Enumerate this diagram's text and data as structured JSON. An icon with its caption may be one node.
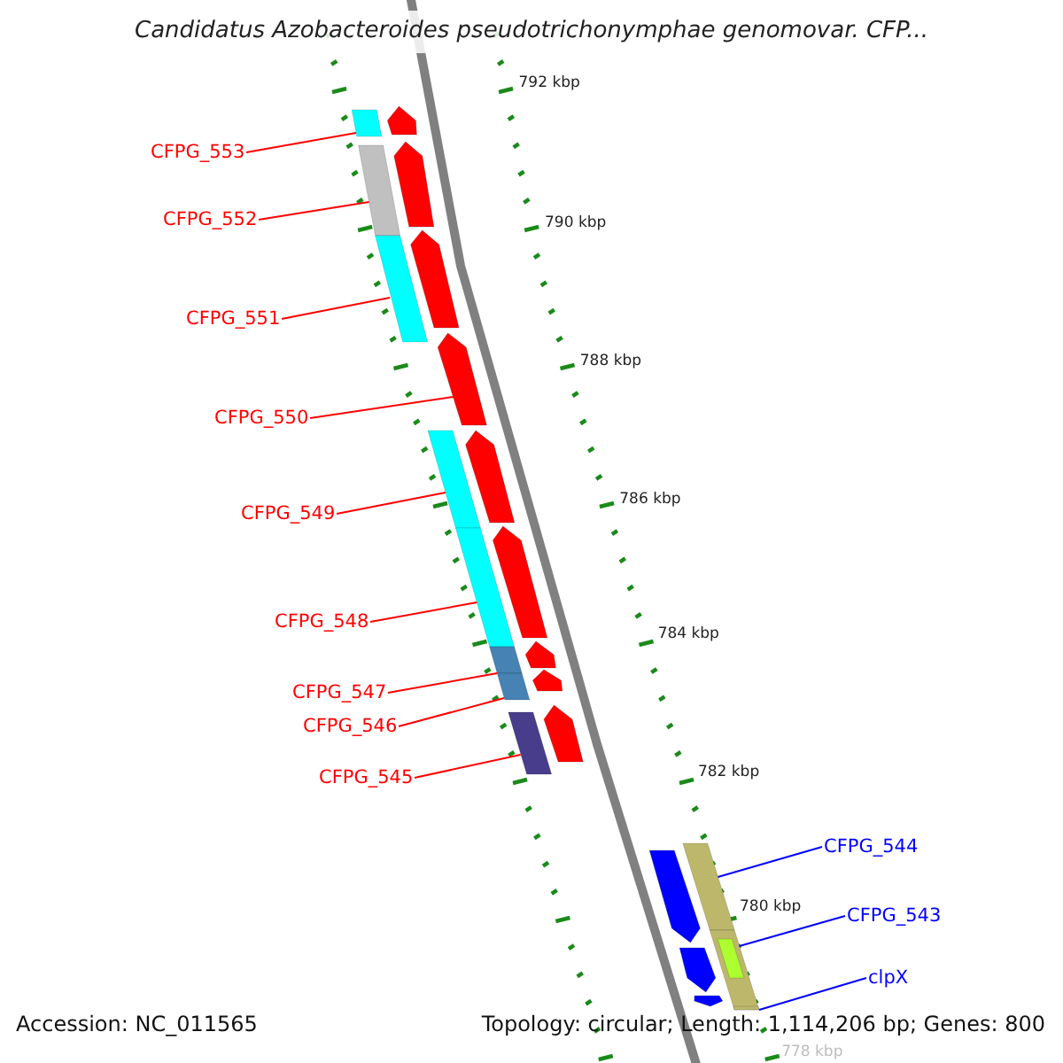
{
  "diagram": {
    "title": "Candidatus Azobacteroides pseudotrichonymphae genomovar. CFP...",
    "nodes": [
      {
        "text": [
          "CFPG_553"
        ]
      },
      {
        "text": [],
        "shape": "bar"
      },
      {
        "text": [
          "CFPG_552"
        ]
      },
      {
        "text": [],
        "shape": "bar"
      },
      {
        "text": [
          "CFPG_551"
        ]
      },
      {
        "text": [],
        "shape": "bar"
      },
      {
        "text": [
          "CFPG_550"
        ]
      },
      {
        "text": [],
        "shape": "bar"
      },
      {
        "text": [
          "CFPG_549"
        ]
      },
      {
        "text": [],
        "shape": "bar"
      },
      {
        "text": [
          "CFPG_548"
        ]
      },
      {
        "text": [],
        "shape": "bar"
      },
      {
        "text": [
          "CFPG_547"
        ]
      },
      {
        "text": [],
        "shape": "bar"
      },
      {
        "text": [
          "CFPG_546"
        ]
      },
      {
        "text": [],
        "shape": "bar"
      },
      {
        "text": [
          "CFPG_545"
        ]
      },
      {
        "text": [],
        "shape": "bar"
      },
      {
        "text": [
          "CFPG_544"
        ]
      },
      {
        "text": [],
        "shape": "bar"
      },
      {
        "text": [
          "CFPG_543"
        ]
      },
      {
        "text": [],
        "shape": "bar"
      },
      {
        "text": [
          "clpX"
        ]
      },
      {
        "text": [],
        "shape": "bar"
      }
    ],
    "edges": [
      {
        "from": 0,
        "to": 1,
        "arrow": "none"
      },
      {
        "from": 2,
        "to": 3,
        "arrow": "none"
      },
      {
        "from": 4,
        "to": 5,
        "arrow": "none"
      },
      {
        "from": 6,
        "to": 7,
        "arrow": "none"
      },
      {
        "from": 8,
        "to": 9,
        "arrow": "none"
      },
      {
        "from": 10,
        "to": 11,
        "arrow": "none"
      },
      {
        "from": 12,
        "to": 13,
        "arrow": "none"
      },
      {
        "from": 14,
        "to": 15,
        "arrow": "none"
      },
      {
        "from": 16,
        "to": 17,
        "arrow": "none"
      },
      {
        "from": 18,
        "to": 19,
        "arrow": "none",
        "color": "#0000ff"
      },
      {
        "from": 20,
        "to": 21,
        "arrow": "none",
        "color": "#0000ff"
      },
      {
        "from": 22,
        "to": 23,
        "arrow": "none",
        "color": "#0000ff"
      }
    ],
    "labels": [
      "792 kbp",
      "790 kbp",
      "788 kbp",
      "786 kbp",
      "784 kbp",
      "782 kbp",
      "780 kbp",
      "778 kbp",
      "Accession: NC_011565",
      "Topology: circular; Length: 1,114,206 bp; Genes: 800"
    ]
  }
}
